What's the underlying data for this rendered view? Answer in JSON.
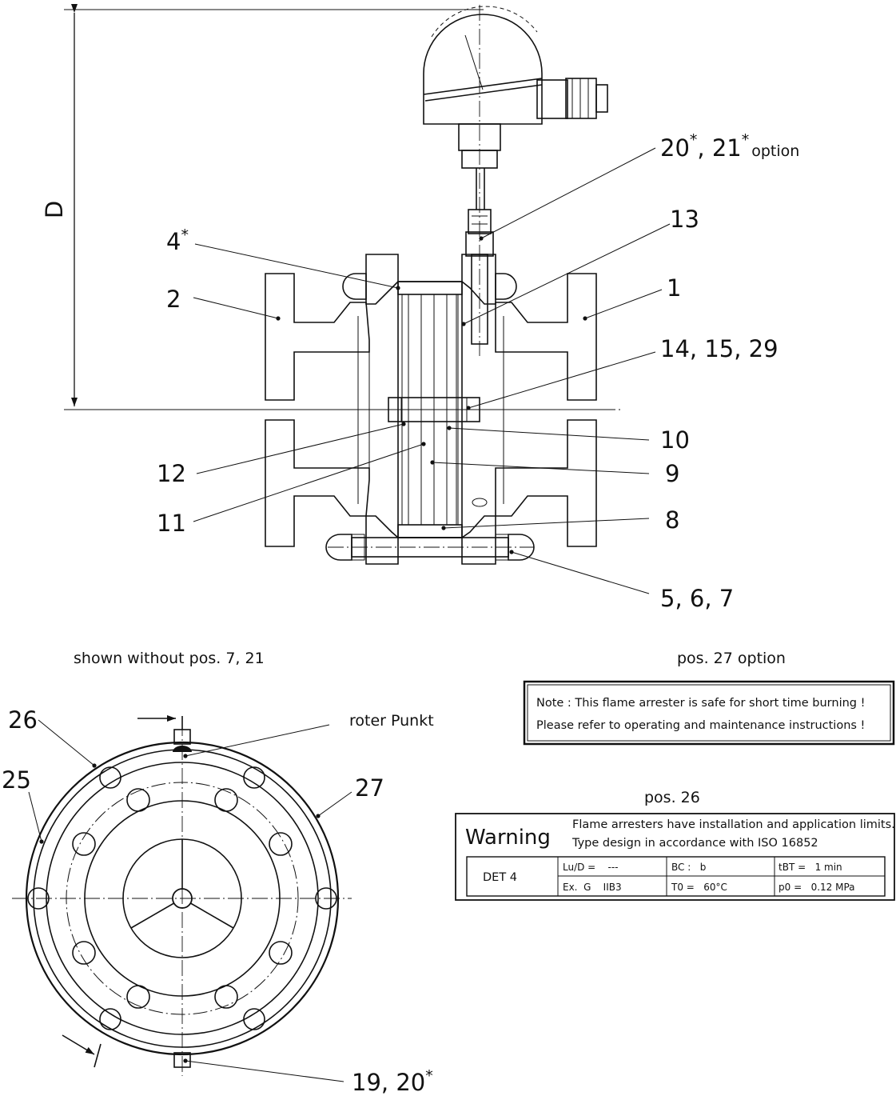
{
  "dimension": {
    "letter": "D"
  },
  "callouts": {
    "c_20_21": {
      "text": "20",
      "star1": "*",
      "sep": ", 21",
      "star2": "*",
      "suffix": "option"
    },
    "c_13": "13",
    "c_4": {
      "text": "4",
      "star": "*"
    },
    "c_2": "2",
    "c_1": "1",
    "c_14_15_29": "14, 15, 29",
    "c_10": "10",
    "c_12": "12",
    "c_9": "9",
    "c_11": "11",
    "c_8": "8",
    "c_5_6_7": "5, 6, 7",
    "c_26": "26",
    "c_25": "25",
    "c_27": "27",
    "c_19_20": {
      "text": "19, 20",
      "star": "*"
    },
    "roter_punkt": "roter Punkt"
  },
  "captions": {
    "shown_without": "shown without pos. 7, 21",
    "pos27": "pos. 27  option",
    "pos26": "pos. 26"
  },
  "note_plate": {
    "line1": "Note : This flame arrester is safe for short time burning !",
    "line2": "Please refer to operating and maintenance instructions !"
  },
  "warning_plate": {
    "title": "Warning",
    "text1": "Flame arresters have installation and application limits.",
    "text2": "Type design in accordance with ISO 16852",
    "det": "DET 4",
    "cells": [
      "Lu/D =    ---",
      "BC :   b",
      "tBT =   1 min",
      "Ex.  G    IIB3",
      "T0 =   60°C",
      "p0 =   0.12 MPa"
    ]
  },
  "colors": {
    "line": "#111111",
    "hatch": "#222222",
    "background": "#ffffff"
  }
}
